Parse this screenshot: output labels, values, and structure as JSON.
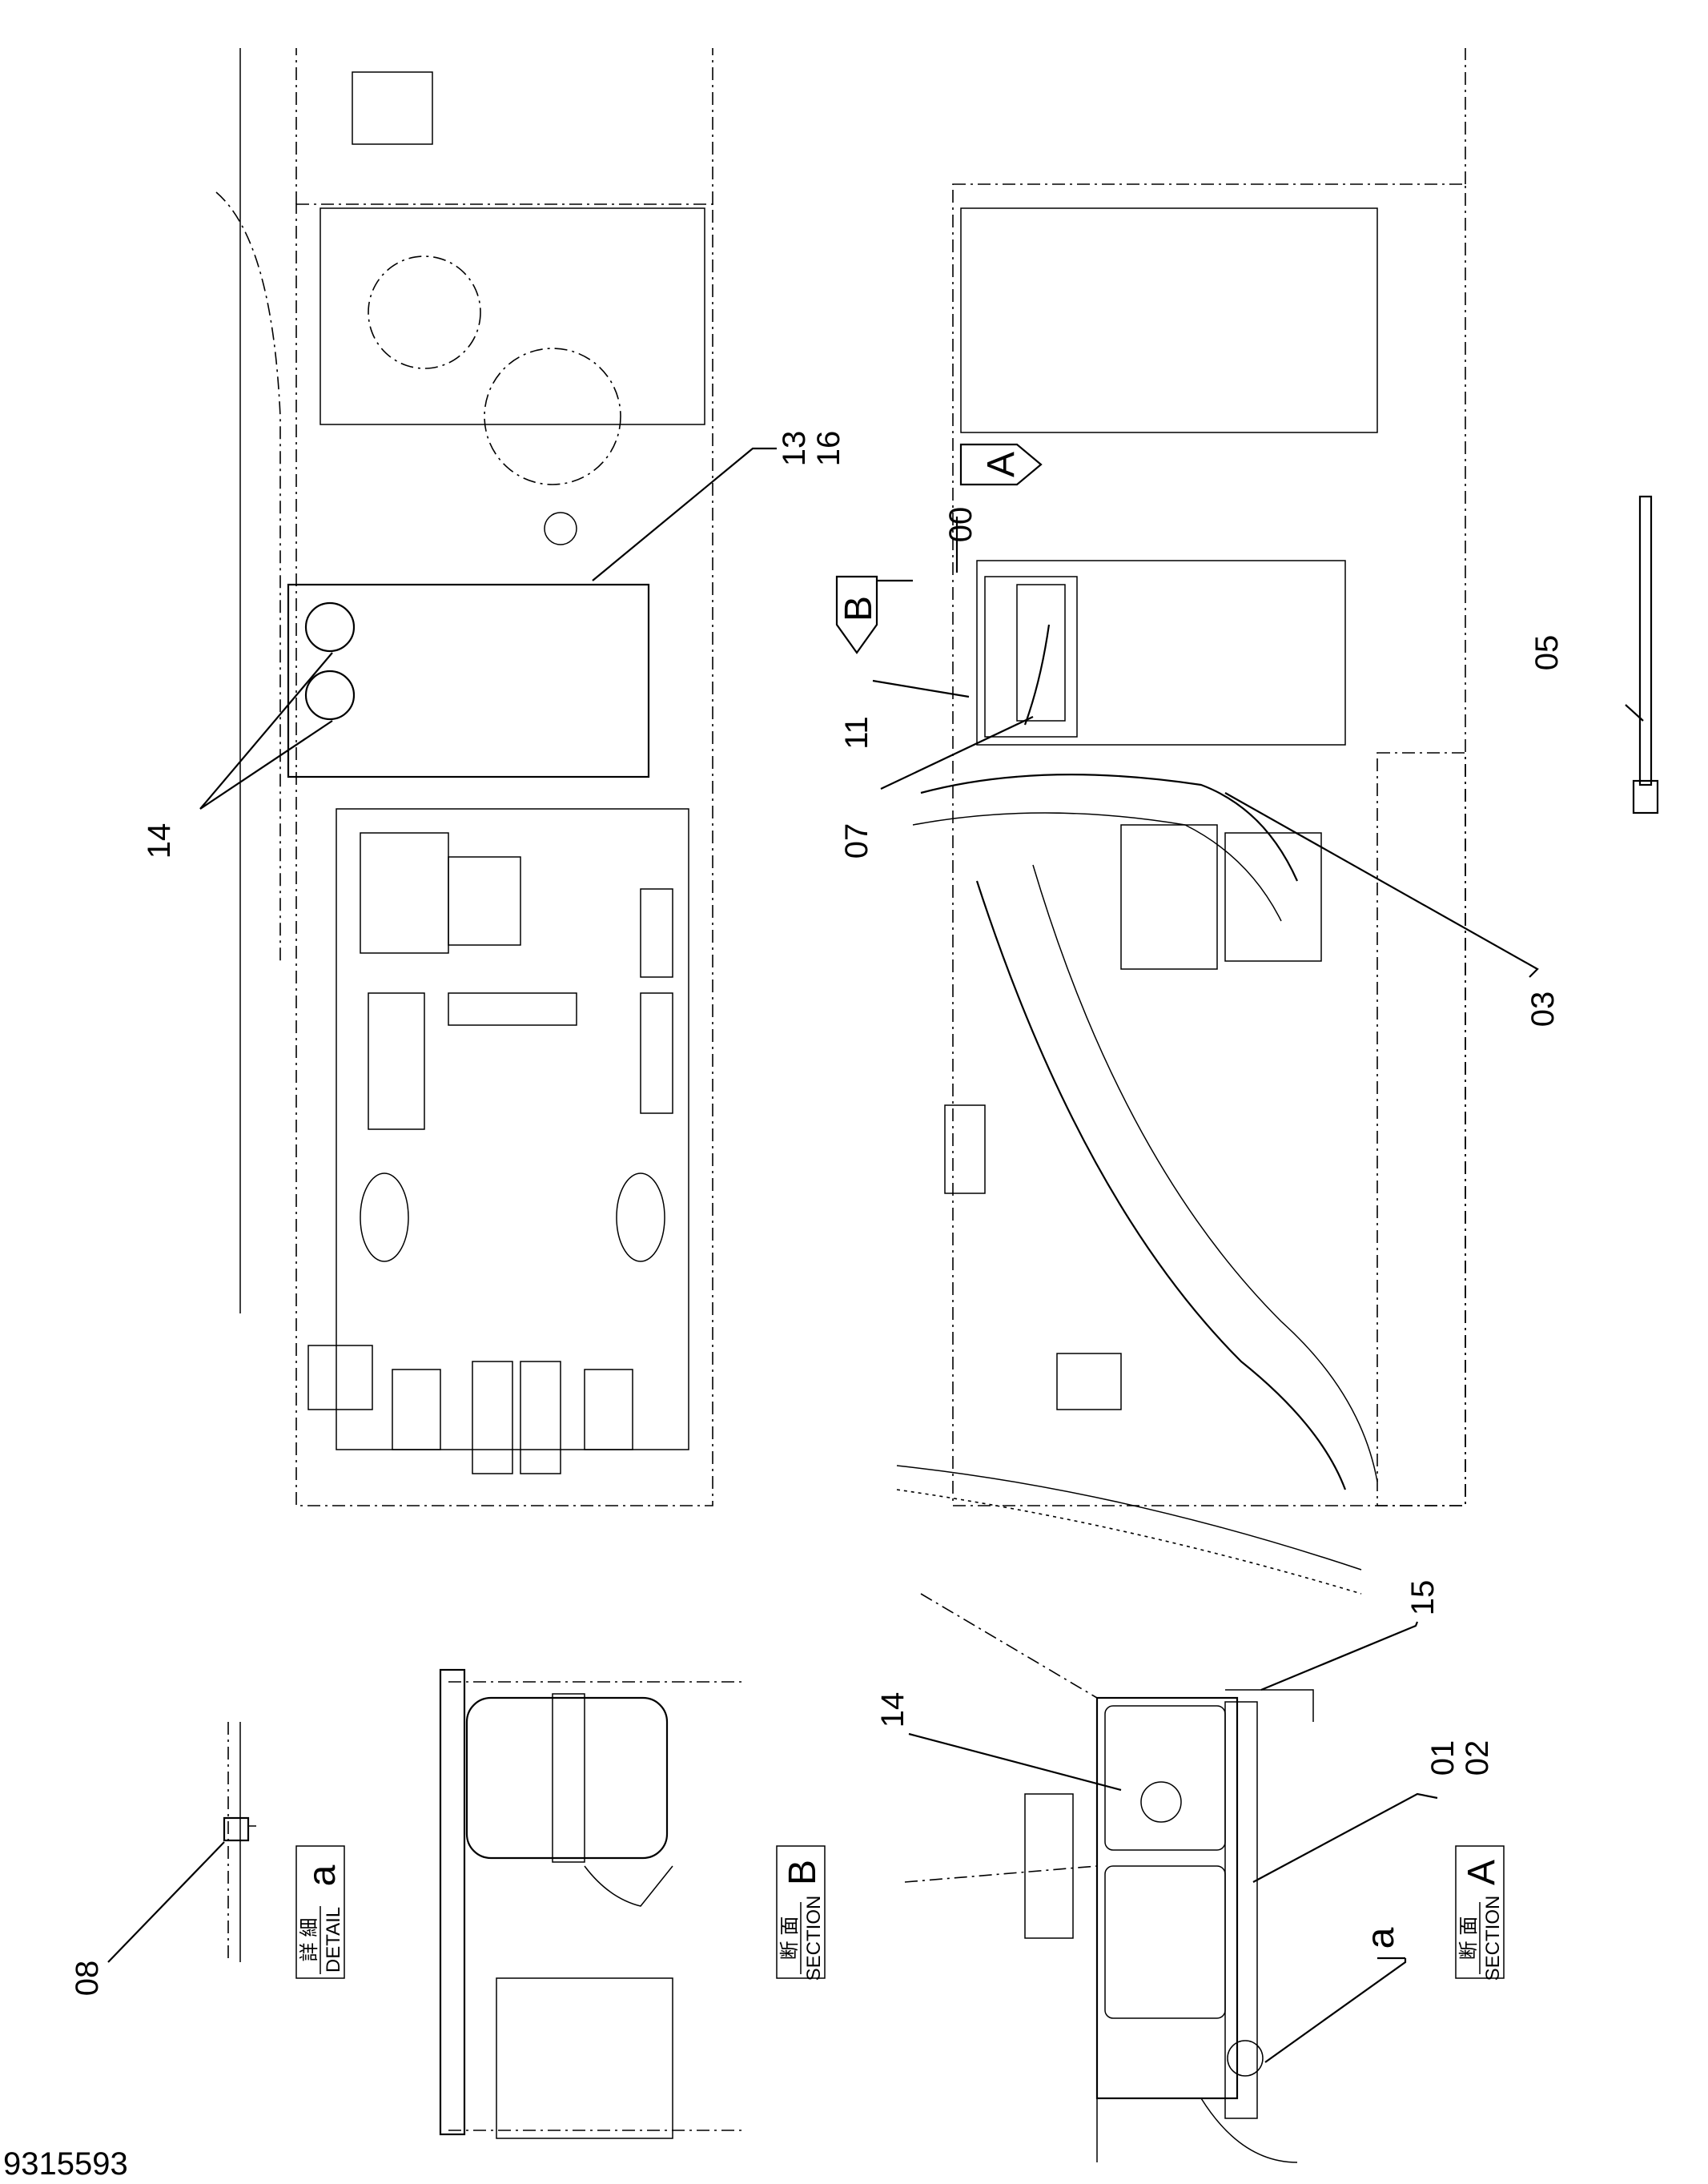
{
  "drawing_number": "9315593",
  "callouts": {
    "c00": "00",
    "c01": "01",
    "c02": "02",
    "c03": "03",
    "c05": "05",
    "c07": "07",
    "c08": "08",
    "c11": "11",
    "c13": "13",
    "c14_top": "14",
    "c14_sec": "14",
    "c15": "15",
    "c16": "16",
    "ca": "a"
  },
  "section_markers": {
    "a": "A",
    "b": "B"
  },
  "views": {
    "detail_a": {
      "jp": "詳 細",
      "en": "DETAIL",
      "letter": "a"
    },
    "section_b": {
      "jp": "断 面",
      "en": "SECTION",
      "letter": "B"
    },
    "section_a": {
      "jp": "断 面",
      "en": "SECTION",
      "letter": "A"
    }
  }
}
